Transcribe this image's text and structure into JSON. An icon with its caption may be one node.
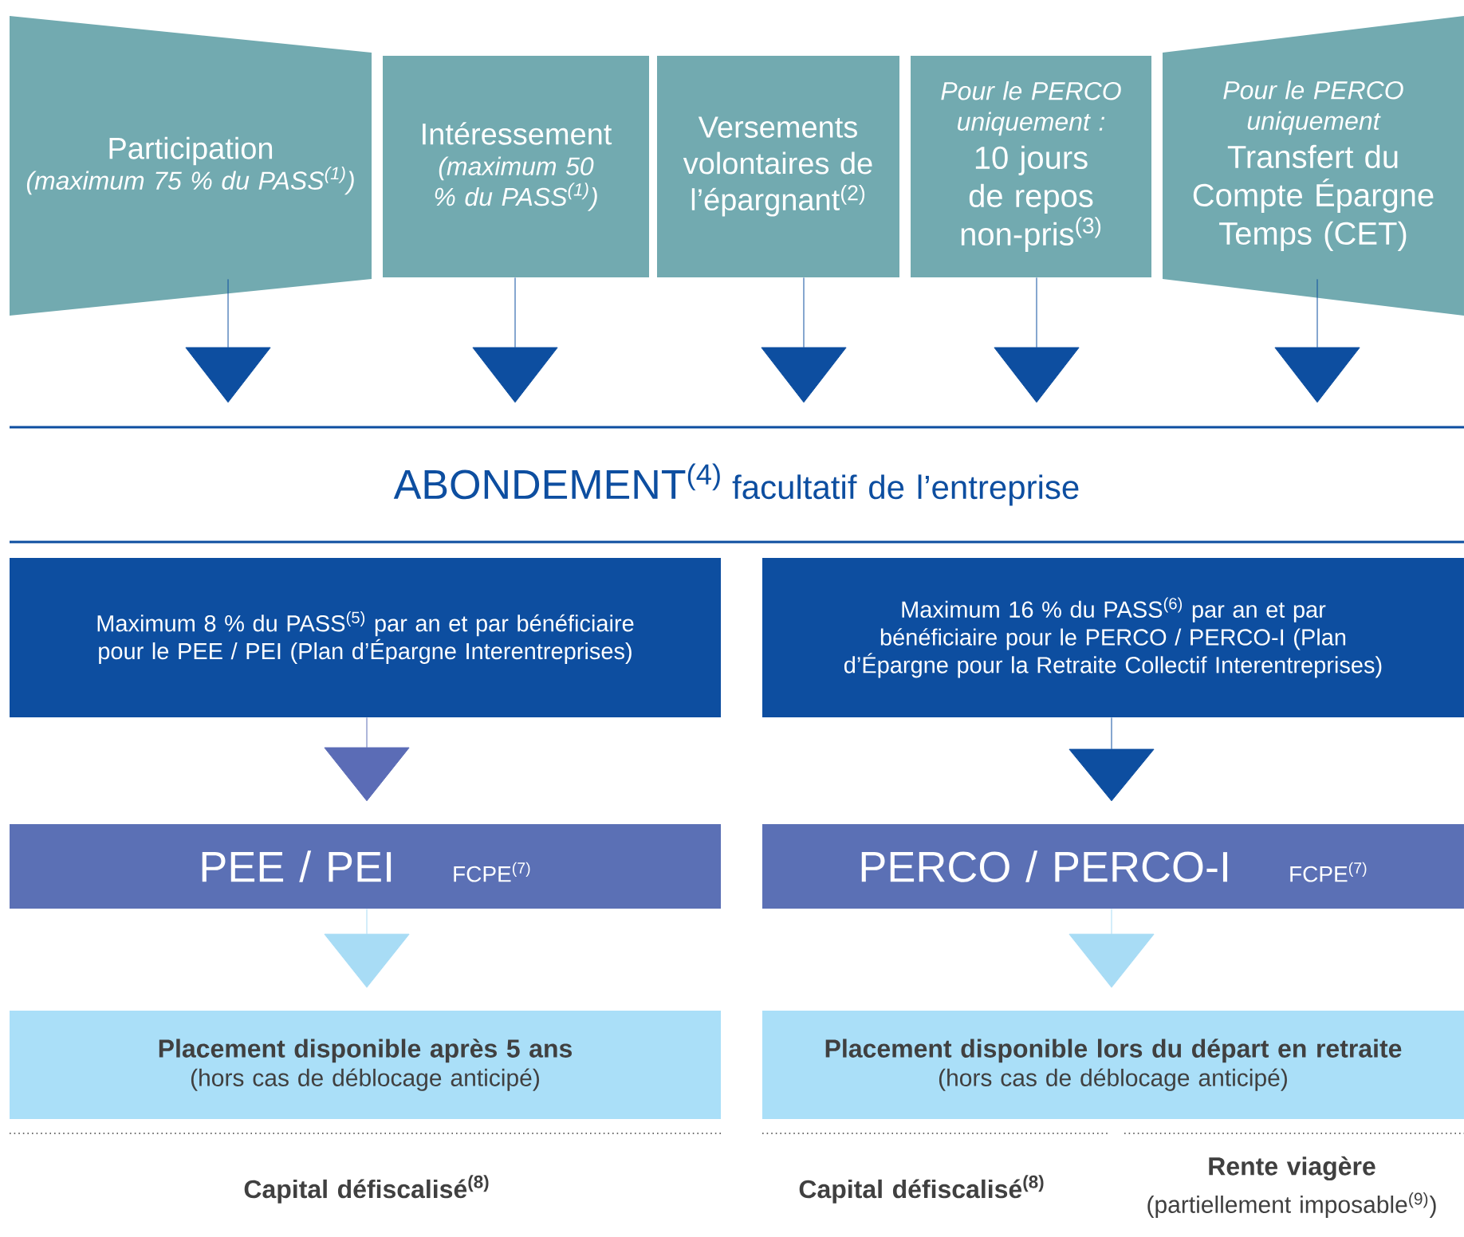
{
  "diagram": {
    "nodes": [
      {
        "text": [
          "Participation",
          "(maximum 75 % du PASS$^{(1)}$)"
        ]
      },
      {
        "text": [
          "Intéressement",
          "(maximum 50 % du PASS$^{(1)}$)"
        ]
      },
      {
        "text": [
          "Versements volontaires de l’épargnant$^{(2)}$"
        ]
      },
      {
        "text": [
          "Pour le PERCO uniquement :",
          "10 jours de repos non-pris$^{(3)}$"
        ]
      },
      {
        "text": [
          "Pour le PERCO uniquement",
          "Transfert du Compte Épargne Temps (CET)"
        ]
      },
      {
        "text": [
          "ABONDEMENT$^{(4)}$",
          "facultatif de l’entreprise"
        ]
      },
      {
        "text": [
          "Maximum 8 % du PASS$^{(5)}$ par an et par bénéficiaire pour le PEE / PEI (Plan d’Épargne Interentreprises)"
        ]
      },
      {
        "text": [
          "Maximum 16 % du PASS$^{(6)}$ par an et par bénéficiaire pour le PERCO / PERCO-I (Plan d’Épargne pour la Retraite Collectif Interentreprises)"
        ]
      },
      {
        "text": [
          "PEE / PEI",
          "FCPE$^{(7)}$"
        ]
      },
      {
        "text": [
          "PERCO / PERCO-I",
          "FCPE$^{(7)}$"
        ]
      },
      {
        "text": [
          "Placement disponible après 5 ans",
          "(hors cas de déblocage anticipé)"
        ]
      },
      {
        "text": [
          "Placement disponible lors du départ en retraite",
          "(hors cas de déblocage anticipé)"
        ]
      }
    ],
    "edges": [
      {
        "from": 0,
        "to": 5,
        "arrow": "to"
      },
      {
        "from": 1,
        "to": 5,
        "arrow": "to"
      },
      {
        "from": 2,
        "to": 5,
        "arrow": "to"
      },
      {
        "from": 3,
        "to": 5,
        "arrow": "to"
      },
      {
        "from": 4,
        "to": 5,
        "arrow": "to"
      },
      {
        "from": 6,
        "to": 8,
        "arrow": "to",
        "color": "#5b6cb6"
      },
      {
        "from": 7,
        "to": 9,
        "arrow": "to"
      },
      {
        "from": 8,
        "to": 10,
        "arrow": "to",
        "color": "#a8dcf5"
      },
      {
        "from": 9,
        "to": 11,
        "arrow": "to",
        "color": "#a8dcf5"
      }
    ],
    "labels": [
      "Capital défiscalisé$^{(8)}$",
      "Capital défiscalisé$^{(8)}$",
      "Rente viagère",
      "(partiellement imposable$^{(9)}$)"
    ]
  }
}
